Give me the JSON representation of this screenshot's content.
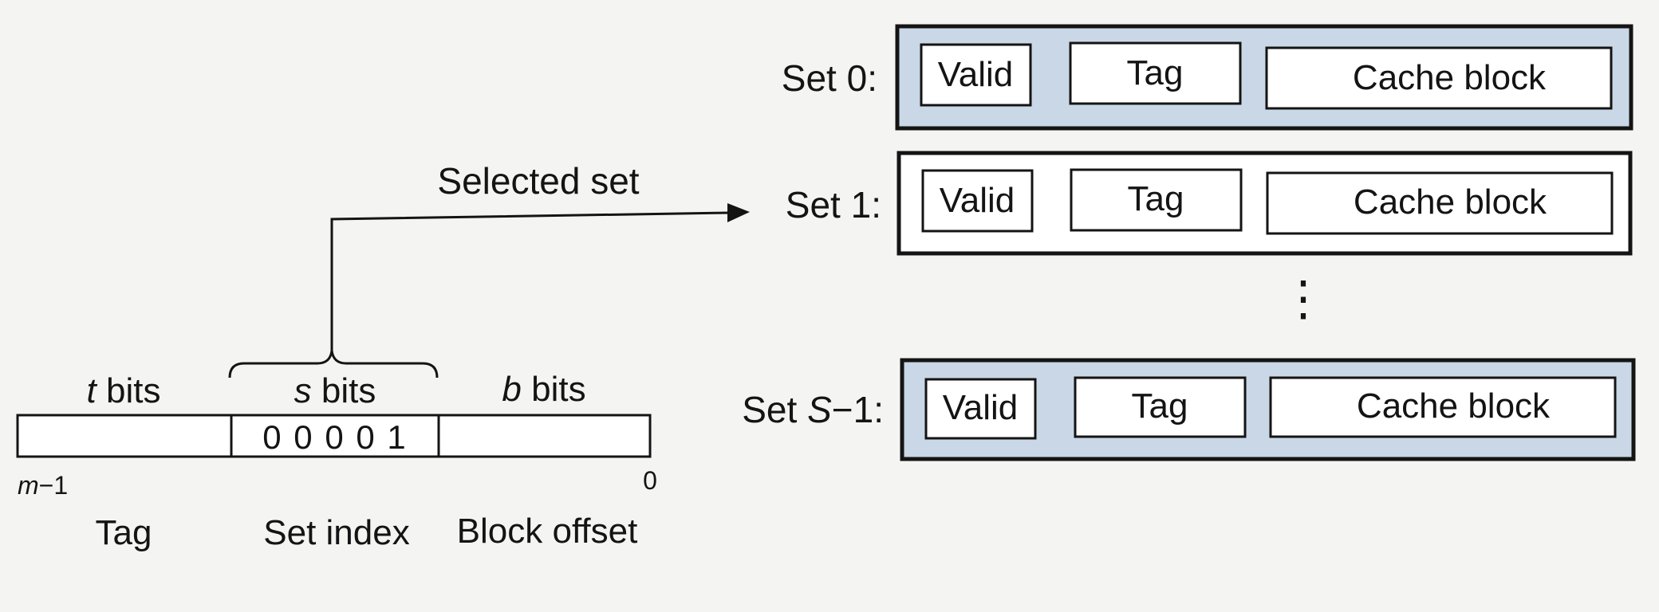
{
  "address": {
    "fields": [
      {
        "bits_var": "t",
        "bits_word": " bits",
        "value": "",
        "name": "Tag"
      },
      {
        "bits_var": "s",
        "bits_word": " bits",
        "value": "0 0 0 0 1",
        "name": "Set index"
      },
      {
        "bits_var": "b",
        "bits_word": " bits",
        "value": "",
        "name": "Block offset"
      }
    ],
    "msb_label_var": "m",
    "msb_label_rest": "−1",
    "lsb_label": "0"
  },
  "arrow_label": "Selected set",
  "sets": [
    {
      "label_prefix": "Set ",
      "label_var": "",
      "label_rest": "0:",
      "selected": false,
      "cells": [
        "Valid",
        "Tag",
        "Cache block"
      ]
    },
    {
      "label_prefix": "Set ",
      "label_var": "",
      "label_rest": "1:",
      "selected": true,
      "cells": [
        "Valid",
        "Tag",
        "Cache block"
      ]
    },
    {
      "label_prefix": "Set ",
      "label_var": "S",
      "label_rest": "−1:",
      "selected": false,
      "cells": [
        "Valid",
        "Tag",
        "Cache block"
      ]
    }
  ],
  "ellipsis": "⋮",
  "colors": {
    "set_fill": "#c9d7e6",
    "set_fill_selected": "#ffffff",
    "ink": "#141414"
  }
}
